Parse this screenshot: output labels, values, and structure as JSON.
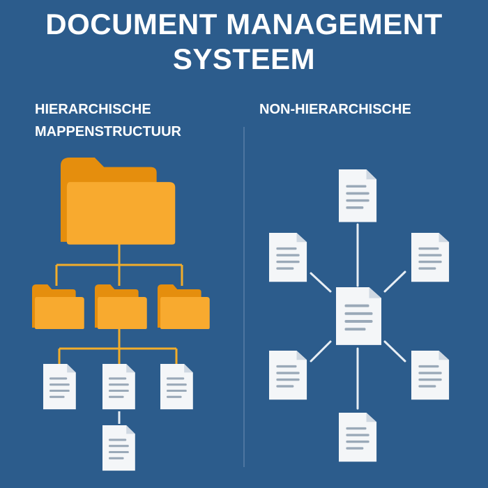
{
  "title": {
    "line1": "DOCUMENT MANAGEMENT",
    "line2": "SYSTEEM"
  },
  "columns": {
    "left": {
      "heading_line1": "HIERARCHISCHE",
      "heading_line2": "MAPPENSTRUCTUUR"
    },
    "right": {
      "heading": "NON-HIERARCHISCHE"
    }
  },
  "colors": {
    "background": "#2c5c8c",
    "folder_front": "#f8aa2f",
    "folder_back": "#e58e0d",
    "connector_left": "#f2ad2a",
    "connector_right": "#e8eef4",
    "document": "#f4f6f8",
    "document_lines": "#9aa9b8",
    "divider": "#5a7fa6"
  },
  "icons": {
    "folder": "folder-icon",
    "document": "document-icon"
  }
}
